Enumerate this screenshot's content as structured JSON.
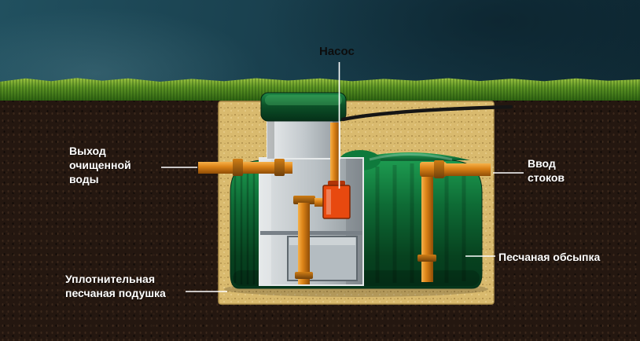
{
  "figure": {
    "title_hint": "septic-tank-installation-cross-section",
    "labels": {
      "pump": "Насос",
      "outlet": "Выход очищенной воды",
      "inlet": "Ввод стоков",
      "backfill": "Песчаная обсыпка",
      "cushion": "Уплотнительная песчаная подушка"
    },
    "colors": {
      "sky_top": "#21505f",
      "sky_bottom": "#102b36",
      "grass_green": "#5c9423",
      "soil_brown": "#241710",
      "sand_tan": "#d9ba6e",
      "tank_green": "#0e6b35",
      "interior_gray": "#b9c0c4",
      "pipe_orange": "#dd8418",
      "pump_red": "#e8490f",
      "cable_black": "#151515",
      "label_white": "#ffffff",
      "label_dark": "#0d0d0d"
    }
  }
}
